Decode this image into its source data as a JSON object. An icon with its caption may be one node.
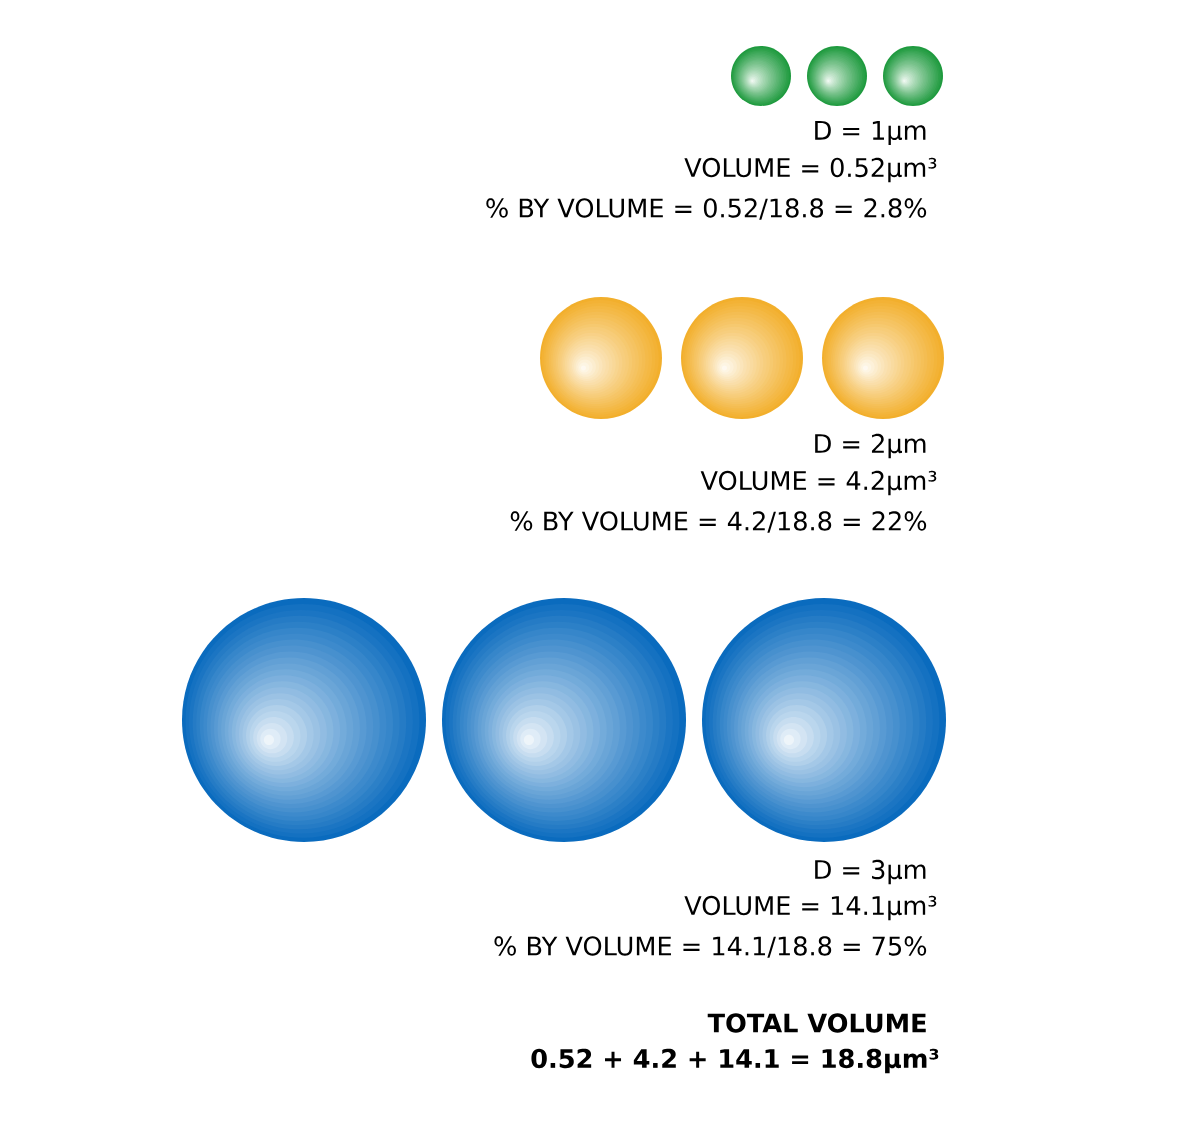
{
  "diagram": {
    "labels": [
      "D = 1µm",
      "VOLUME = 0.52µm³",
      "% BY VOLUME = 0.52/18.8 = 2.8%",
      "D = 2µm",
      "VOLUME = 4.2µm³",
      "% BY VOLUME = 4.2/18.8 = 22%",
      "D = 3µm",
      "VOLUME = 14.1µm³",
      "% BY VOLUME = 14.1/18.8 = 75%",
      "TOTAL VOLUME",
      "0.52 + 4.2 + 14.1 = 18.8µm³"
    ]
  }
}
